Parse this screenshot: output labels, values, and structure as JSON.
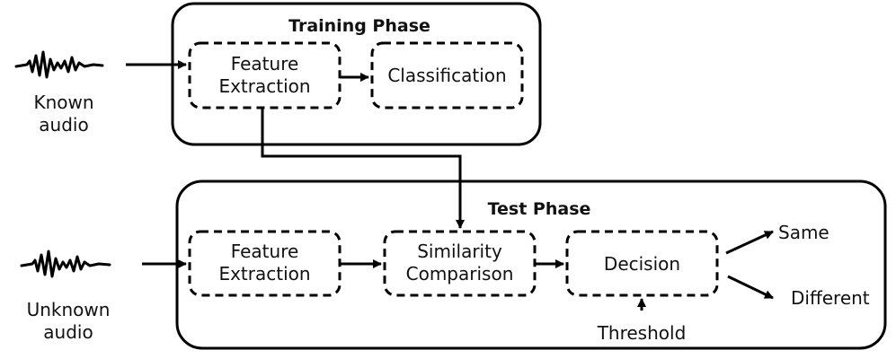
{
  "training_phase": {
    "title": "Training Phase",
    "feature_extraction": [
      "Feature",
      "Extraction"
    ],
    "classification": "Classification"
  },
  "test_phase": {
    "title": "Test Phase",
    "feature_extraction": [
      "Feature",
      "Extraction"
    ],
    "similarity_comparison": [
      "Similarity",
      "Comparison"
    ],
    "decision": "Decision",
    "threshold": "Threshold"
  },
  "inputs": {
    "known_audio": [
      "Known",
      "audio"
    ],
    "unknown_audio": [
      "Unknown",
      "audio"
    ]
  },
  "outputs": {
    "same": "Same",
    "different": "Different"
  },
  "colors": {
    "stroke": "#000000",
    "text": "#111111",
    "background": "#ffffff"
  },
  "icons": {
    "known_audio_icon": "waveform-icon",
    "unknown_audio_icon": "waveform-icon"
  }
}
